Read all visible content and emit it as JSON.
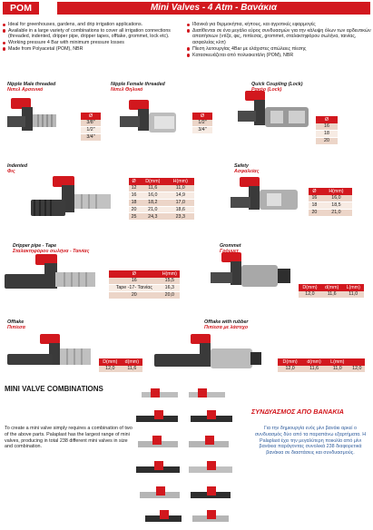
{
  "header": {
    "badge": "POM",
    "title": "Mini Valves - 4 Atm - Βανάκια"
  },
  "intro_en": [
    "Ideal for greenhouses, gardens, and drip irrigation applications.",
    "Available in a large variety of combinations to cover all irrigation connections (threaded, indented, dripper pipe, dripper tapes, offtake, grommet, lock etc).",
    "Working pressure 4 Bar with minimum pressure losses",
    "Made from Polyacetal (POM), NBR"
  ],
  "intro_gr": [
    "Ιδανικά για θερμοκήπια, κήπους, και αγροτικές εφαρμογές",
    "Διατίθενται σε ένα μεγάλο εύρος συνδυασμών για την κάλυψη όλων των αρδευτικών απαιτήσεων (ντίζα, φις, πιπίεσας, grommet, σταλακτηφόρου σωλήνα, ταινίας, ασφαλείας κλπ)",
    "Πίεση λειτουργίας 4Bar με ελάχιστες απώλειες πίεσης",
    "Κατασκευάζεται από πολυακετάλη (POM), NBR"
  ],
  "sections": {
    "nipple_male": {
      "en": "Nipple Male threaded",
      "gr": "Νιπελ Αρσενικό",
      "headers": [
        "Ø"
      ],
      "rows": [
        [
          "3/8\""
        ],
        [
          "1/2\""
        ],
        [
          "3/4\""
        ]
      ]
    },
    "nipple_female": {
      "en": "Nipple Female threaded",
      "gr": "Νιπελ Θηλυκό",
      "headers": [
        "Ø"
      ],
      "rows": [
        [
          "1/2\""
        ],
        [
          "3/4\""
        ]
      ]
    },
    "quick_coupling": {
      "en": "Quick Coupling (Lock)",
      "gr": "Ρακόρ (Lock)",
      "headers": [
        "Ø"
      ],
      "rows": [
        [
          "16"
        ],
        [
          "18"
        ],
        [
          "20"
        ]
      ]
    },
    "indented": {
      "en": "Indented",
      "gr": "Φις",
      "headers": [
        "Ø",
        "D(mm)",
        "H(mm)"
      ],
      "rows": [
        [
          "12",
          "11,6",
          "11,0"
        ],
        [
          "16",
          "16,0",
          "14,9"
        ],
        [
          "18",
          "18,2",
          "17,0"
        ],
        [
          "20",
          "21,0",
          "18,6"
        ],
        [
          "25",
          "24,3",
          "23,3"
        ]
      ]
    },
    "safety": {
      "en": "Safety",
      "gr": "Ασφαλείας",
      "headers": [
        "Ø",
        "H(mm)"
      ],
      "rows": [
        [
          "16",
          "16,0"
        ],
        [
          "18",
          "18,5"
        ],
        [
          "20",
          "21,0"
        ]
      ]
    },
    "dripper_pipe": {
      "en": "Dripper pipe - Tape",
      "gr": "Σταλακτηφόρου σωλήνα - Ταινίας",
      "headers": [
        "Ø",
        "H(mm)"
      ],
      "rows": [
        [
          "16",
          "15,5"
        ],
        [
          "Tape -17- Ταινίας",
          "16,3"
        ],
        [
          "20",
          "20,0"
        ]
      ]
    },
    "grommet": {
      "en": "Grommet",
      "gr": "Γρόμμετ",
      "headers": [
        "D(mm)",
        "d(mm)",
        "L(mm)"
      ],
      "rows": [
        [
          "12,0",
          "11,6",
          "11,0"
        ]
      ]
    },
    "offtake": {
      "en": "Offtake",
      "gr": "Πιπίεσα",
      "headers": [
        "D(mm)",
        "d(mm)"
      ],
      "rows": [
        [
          "12,0",
          "11,6"
        ]
      ]
    },
    "offtake_rubber": {
      "en": "Offtake with rubber",
      "gr": "Πιπίεσα με λάστιχο",
      "headers": [
        "D(mm)",
        "d(mm)",
        "L(mm)"
      ],
      "rows": [
        [
          "12,0",
          "11,6",
          "11,0",
          "12,0"
        ]
      ]
    }
  },
  "combinations": {
    "title_en": "MINI VALVE COMBINATIONS",
    "title_gr": "ΣΥΝΔΥΑΣΜΟΣ ΑΠΟ ΒΑΝΑΚΙΑ",
    "text_en": "To create a mini valve simply requires a combination of two of the above parts. Palaplast has the largest range of mini valves, producing in total 238 different mini valves in size and combination.",
    "text_gr": "Για την δημιουργία ενός μίνι βανάκι αρκεί ο συνδυασμός δύο από τα παραπάνω εξαρτήματα. Η Palaplast έχει την μεγαλύτερη ποικιλία από μίνι βανάκια παράγοντας συνολικά 238 διαφορετικά βανάκια σε διαστάσεις και συνδυασμούς."
  },
  "colors": {
    "brand_red": "#d2181e",
    "table_band": "#ecd5c8",
    "greek_text": "#2f5c9c"
  },
  "icons": [
    "valve-product-icon",
    "mini-valve-combination-icon"
  ]
}
